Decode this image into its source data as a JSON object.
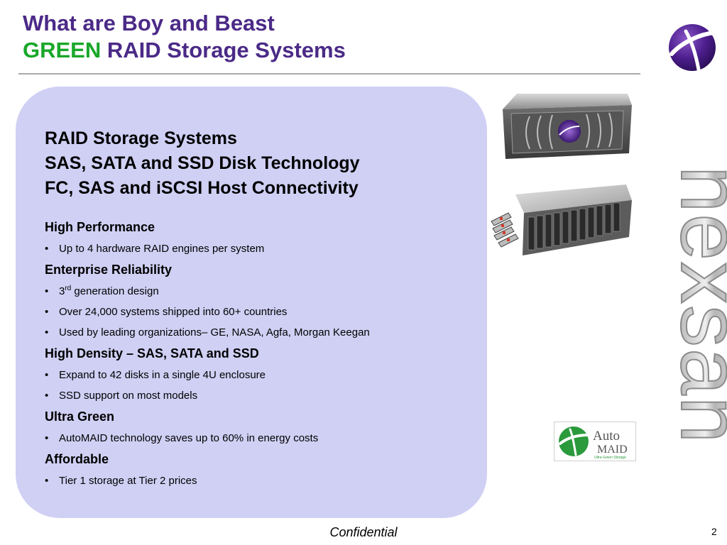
{
  "title": {
    "line1": "What are Boy and Beast",
    "line2_green": "GREEN",
    "line2_rest": " RAID Storage Systems"
  },
  "heading": {
    "line1": "RAID Storage Systems",
    "line2": "SAS, SATA  and SSD Disk Technology",
    "line3": "FC, SAS and iSCSI Host Connectivity"
  },
  "sections": [
    {
      "title": "High Performance",
      "bullets": [
        "Up to 4 hardware RAID engines per system"
      ]
    },
    {
      "title": "Enterprise Reliability",
      "bullets": [
        "3",
        "rd",
        " generation design",
        "Over 24,000 systems shipped into 60+ countries",
        "Used by leading organizations– GE, NASA,  Agfa, Morgan Keegan"
      ]
    },
    {
      "title": "High Density – SAS, SATA and SSD",
      "bullets": [
        "Expand to 42 disks in a single 4U enclosure",
        "SSD support on most models"
      ]
    },
    {
      "title": "Ultra Green",
      "bullets": [
        "AutoMAID technology saves up to 60% in energy costs"
      ]
    },
    {
      "title": "Affordable",
      "bullets": [
        "Tier 1 storage at Tier 2 prices"
      ]
    }
  ],
  "bullet_char": "•",
  "automaid_logo": {
    "word1": "Auto",
    "word2": "MAID",
    "tagline": "Ultra Green Storage"
  },
  "brand_name": "nexsan",
  "footer": {
    "confidential": "Confidential",
    "page_number": "2"
  },
  "colors": {
    "title_purple": "#4b2a87",
    "green": "#1aa82a",
    "panel": "#d0d0f5"
  },
  "icons": {
    "logo": "globe-x-logo-icon"
  }
}
